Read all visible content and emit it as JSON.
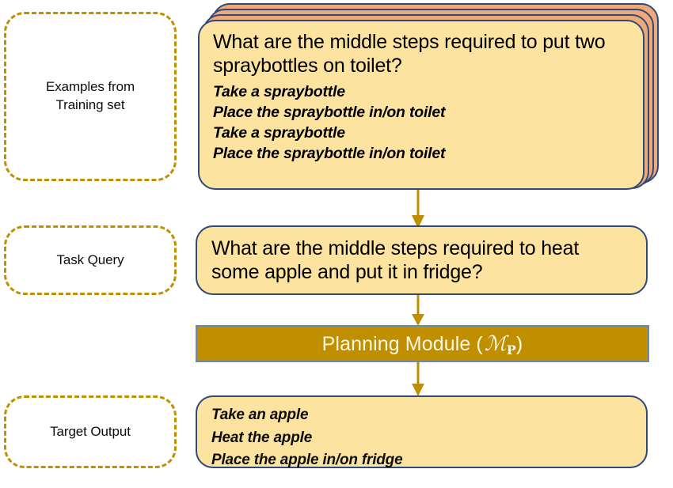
{
  "diagram": {
    "title": "Planning module prompting pipeline",
    "colors": {
      "card_fill": "#FCE3A0",
      "card_back_fill": "#EFA878",
      "card_border": "#30497B",
      "dashed_border": "#BF9000",
      "module_fill": "#BF8F00",
      "module_border": "#6E87AE",
      "module_text": "#FFF7E2",
      "arrow": "#BF8F00"
    }
  },
  "rows": {
    "examples": {
      "label": "Examples from\nTraining set",
      "question": "What are the middle steps required to put two spraybottles on toilet?",
      "steps": [
        "Take a spraybottle",
        "Place the spraybottle in/on toilet",
        "Take a spraybottle",
        "Place the spraybottle in/on toilet"
      ],
      "stack_count": 4
    },
    "task_query": {
      "label": "Task Query",
      "question": "What are the middle steps required to heat some apple and put it in fridge?"
    },
    "module": {
      "name": "Planning Module (",
      "symbol": "ℳ",
      "subscript": "P",
      "close": " )"
    },
    "target_output": {
      "label": "Target Output",
      "steps": [
        "Take an apple",
        "Heat the apple",
        "Place the apple in/on fridge"
      ]
    }
  }
}
